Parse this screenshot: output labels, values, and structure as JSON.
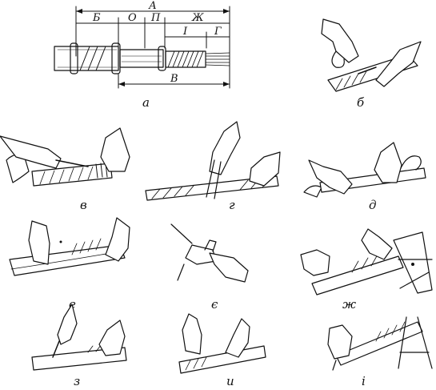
{
  "dimension_labels": {
    "A": "А",
    "B": "Б",
    "O": "О",
    "P": "П",
    "Zh": "Ж",
    "I": "I",
    "G": "Г",
    "V": "В"
  },
  "panel_labels": {
    "a": "а",
    "b": "б",
    "v": "в",
    "g": "г",
    "d": "д",
    "e": "е",
    "ye": "є",
    "zh": "ж",
    "z": "з",
    "i": "и",
    "ii": "і"
  }
}
